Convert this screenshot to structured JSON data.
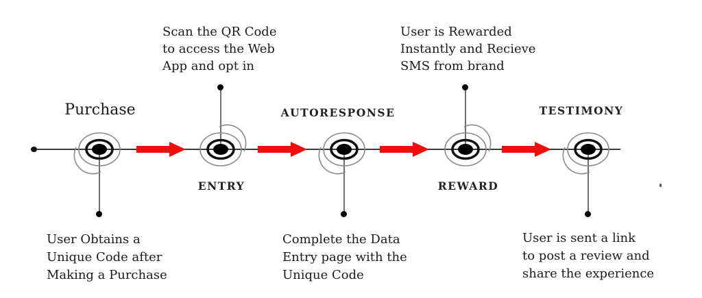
{
  "palette": {
    "arrow_red": "#f10d0d",
    "ink": "#1b1b1b",
    "connector_gray": "#6e6e6e",
    "timeline_dark": "#3b3b3b"
  },
  "timeline": {
    "steps": [
      {
        "key": "purchase",
        "label": "Purchase"
      },
      {
        "key": "entry",
        "label": "ENTRY"
      },
      {
        "key": "autoresponse",
        "label": "AUTORESPONSE"
      },
      {
        "key": "reward",
        "label": "REWARD"
      },
      {
        "key": "testimony",
        "label": "TESTIMONY"
      }
    ]
  },
  "annotations": {
    "entry_top": [
      "Scan the QR Code",
      "to access the Web",
      "App and opt in"
    ],
    "reward_top": [
      "User is Rewarded",
      "Instantly and Recieve",
      "SMS from brand"
    ],
    "purchase_bottom": [
      "User Obtains a",
      "Unique Code after",
      "Making a Purchase"
    ],
    "autoresponse_bottom": [
      "Complete the Data",
      "Entry page with the",
      "Unique Code"
    ],
    "testimony_bottom": [
      "User is sent a link",
      "to post a review and",
      "share the experience"
    ]
  }
}
